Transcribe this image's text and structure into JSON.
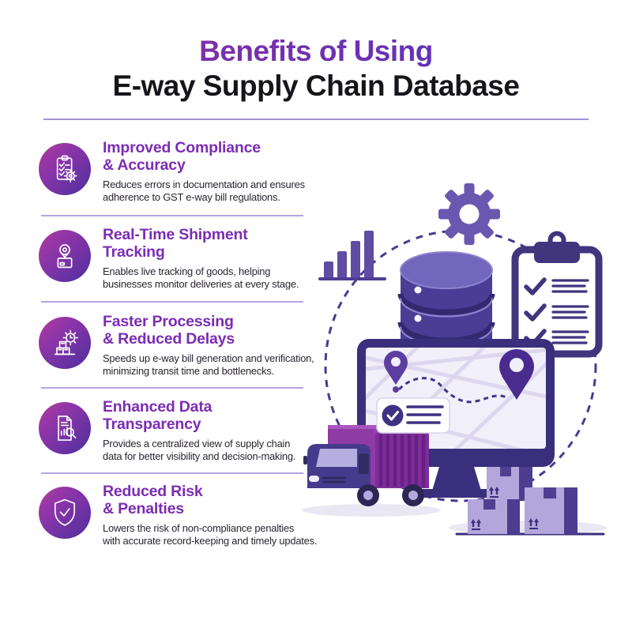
{
  "header": {
    "title_accent": "Benefits of Using",
    "title_main": "E-way Supply Chain Database"
  },
  "benefits": [
    {
      "icon": "clipboard-check-gear-icon",
      "title_line1": "Improved Compliance",
      "title_line2": "& Accuracy",
      "desc_line1": "Reduces errors in documentation and ensures",
      "desc_line2": "adherence to GST e-way bill regulations."
    },
    {
      "icon": "location-pin-package-icon",
      "title_line1": "Real-Time Shipment",
      "title_line2": "Tracking",
      "desc_line1": "Enables live tracking of goods, helping",
      "desc_line2": "businesses monitor deliveries at every stage."
    },
    {
      "icon": "packages-gear-icon",
      "title_line1": "Faster Processing",
      "title_line2": "& Reduced Delays",
      "desc_line1": "Speeds up e-way bill generation and verification,",
      "desc_line2": "minimizing transit time and bottlenecks."
    },
    {
      "icon": "document-magnifier-icon",
      "title_line1": "Enhanced Data",
      "title_line2": "Transparency",
      "desc_line1": "Provides a centralized view of supply chain",
      "desc_line2": "data for better visibility and decision-making."
    },
    {
      "icon": "shield-check-icon",
      "title_line1": "Reduced Risk",
      "title_line2": "& Penalties",
      "desc_line1": "Lowers the risk of non-compliance penalties",
      "desc_line2": "with accurate record-keeping and timely updates."
    }
  ],
  "illustration": {
    "elements": [
      "dashed-circle",
      "bar-chart-icon",
      "gear-icon",
      "database-icon",
      "clipboard-checklist-icon",
      "monitor-map-tracking-icon",
      "location-pin-icon",
      "route-dashed-line",
      "status-card-icon",
      "delivery-truck-icon",
      "shipping-boxes-icon"
    ]
  },
  "colors": {
    "accent_heading": "#7b2cb4",
    "title_gradient_start": "#8e2f9f",
    "title_gradient_end": "#5333c1",
    "title_dark": "#17151c",
    "body_text": "#2a2430",
    "divider": "#b5a4de",
    "icon_gradient_start": "#b13a9e",
    "icon_gradient_end": "#4c2f9e",
    "dark_indigo": "#3a2f7d",
    "medium_purple": "#6a57b0",
    "db_body": "#4b3c96",
    "truck_magenta": "#8f3ba6",
    "box_lavender": "#b2a6db"
  }
}
